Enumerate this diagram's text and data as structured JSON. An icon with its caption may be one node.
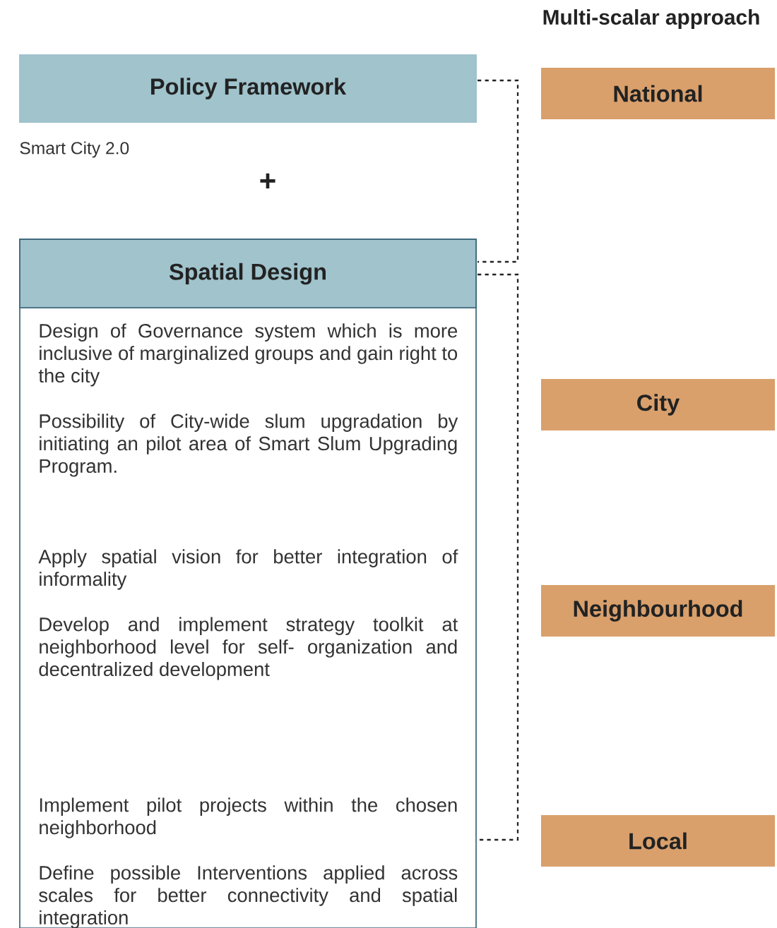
{
  "diagram": {
    "title": "Multi-scalar approach",
    "nodes": [
      {
        "text": [
          "Policy Framework"
        ],
        "beside": [
          "Smart City 2.0"
        ]
      },
      {
        "text": [
          "Spatial Design",
          "Design of Governance system which is more inclusive of marginalized groups and gain right to the city",
          "Possibility of City-wide slum upgradation by initiating an pilot area of Smart Slum Upgrading Program.",
          "Apply spatial vision for better integration of informality",
          "Develop and implement strategy toolkit at neighborhood level for self- organization and decentralized development",
          "Implement pilot projects within the chosen neighborhood",
          "Define possible Interventions applied across scales for better connectivity and spatial integration"
        ]
      },
      {
        "text": [
          "National"
        ]
      },
      {
        "text": [
          "City"
        ]
      },
      {
        "text": [
          "Neighbourhood"
        ]
      },
      {
        "text": [
          "Local"
        ]
      }
    ],
    "labels": [
      "+"
    ]
  }
}
